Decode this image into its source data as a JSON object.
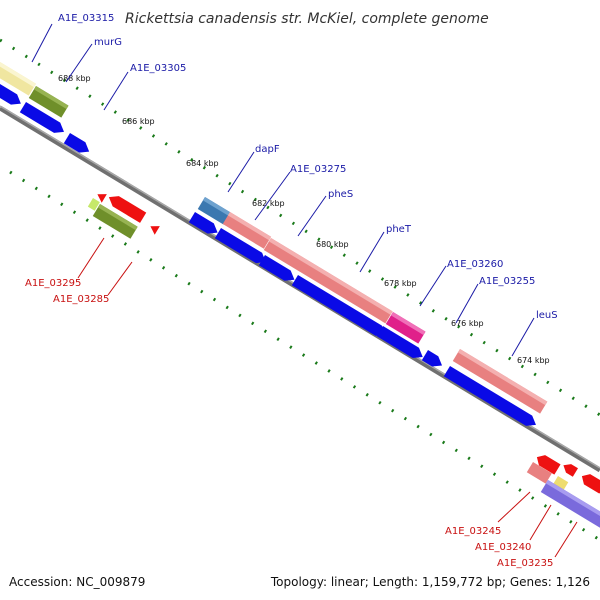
{
  "title": "Rickettsia canadensis str. McKiel, complete genome",
  "footer": {
    "accession": "Accession: NC_009879",
    "stats": "Topology: linear; Length: 1,159,772 bp; Genes: 1,126"
  },
  "scale_labels": [
    "688 kbp",
    "686 kbp",
    "684 kbp",
    "682 kbp",
    "680 kbp",
    "678 kbp",
    "676 kbp",
    "674 kbp"
  ],
  "genes_top": [
    "A1E_03315",
    "murG",
    "A1E_03305",
    "dapF",
    "A1E_03275",
    "pheS",
    "pheT",
    "A1E_03260",
    "A1E_03255",
    "leuS"
  ],
  "genes_bottom": [
    "A1E_03295",
    "A1E_03285",
    "A1E_03245",
    "A1E_03240",
    "A1E_03235"
  ],
  "colors": {
    "forward_label": "#1a1aa6",
    "reverse_label": "#c81010",
    "cds_blue": "#0a0ae6",
    "cds_red": "#ee1111",
    "backbone": "#808080",
    "tick": "#1a7a1a"
  }
}
